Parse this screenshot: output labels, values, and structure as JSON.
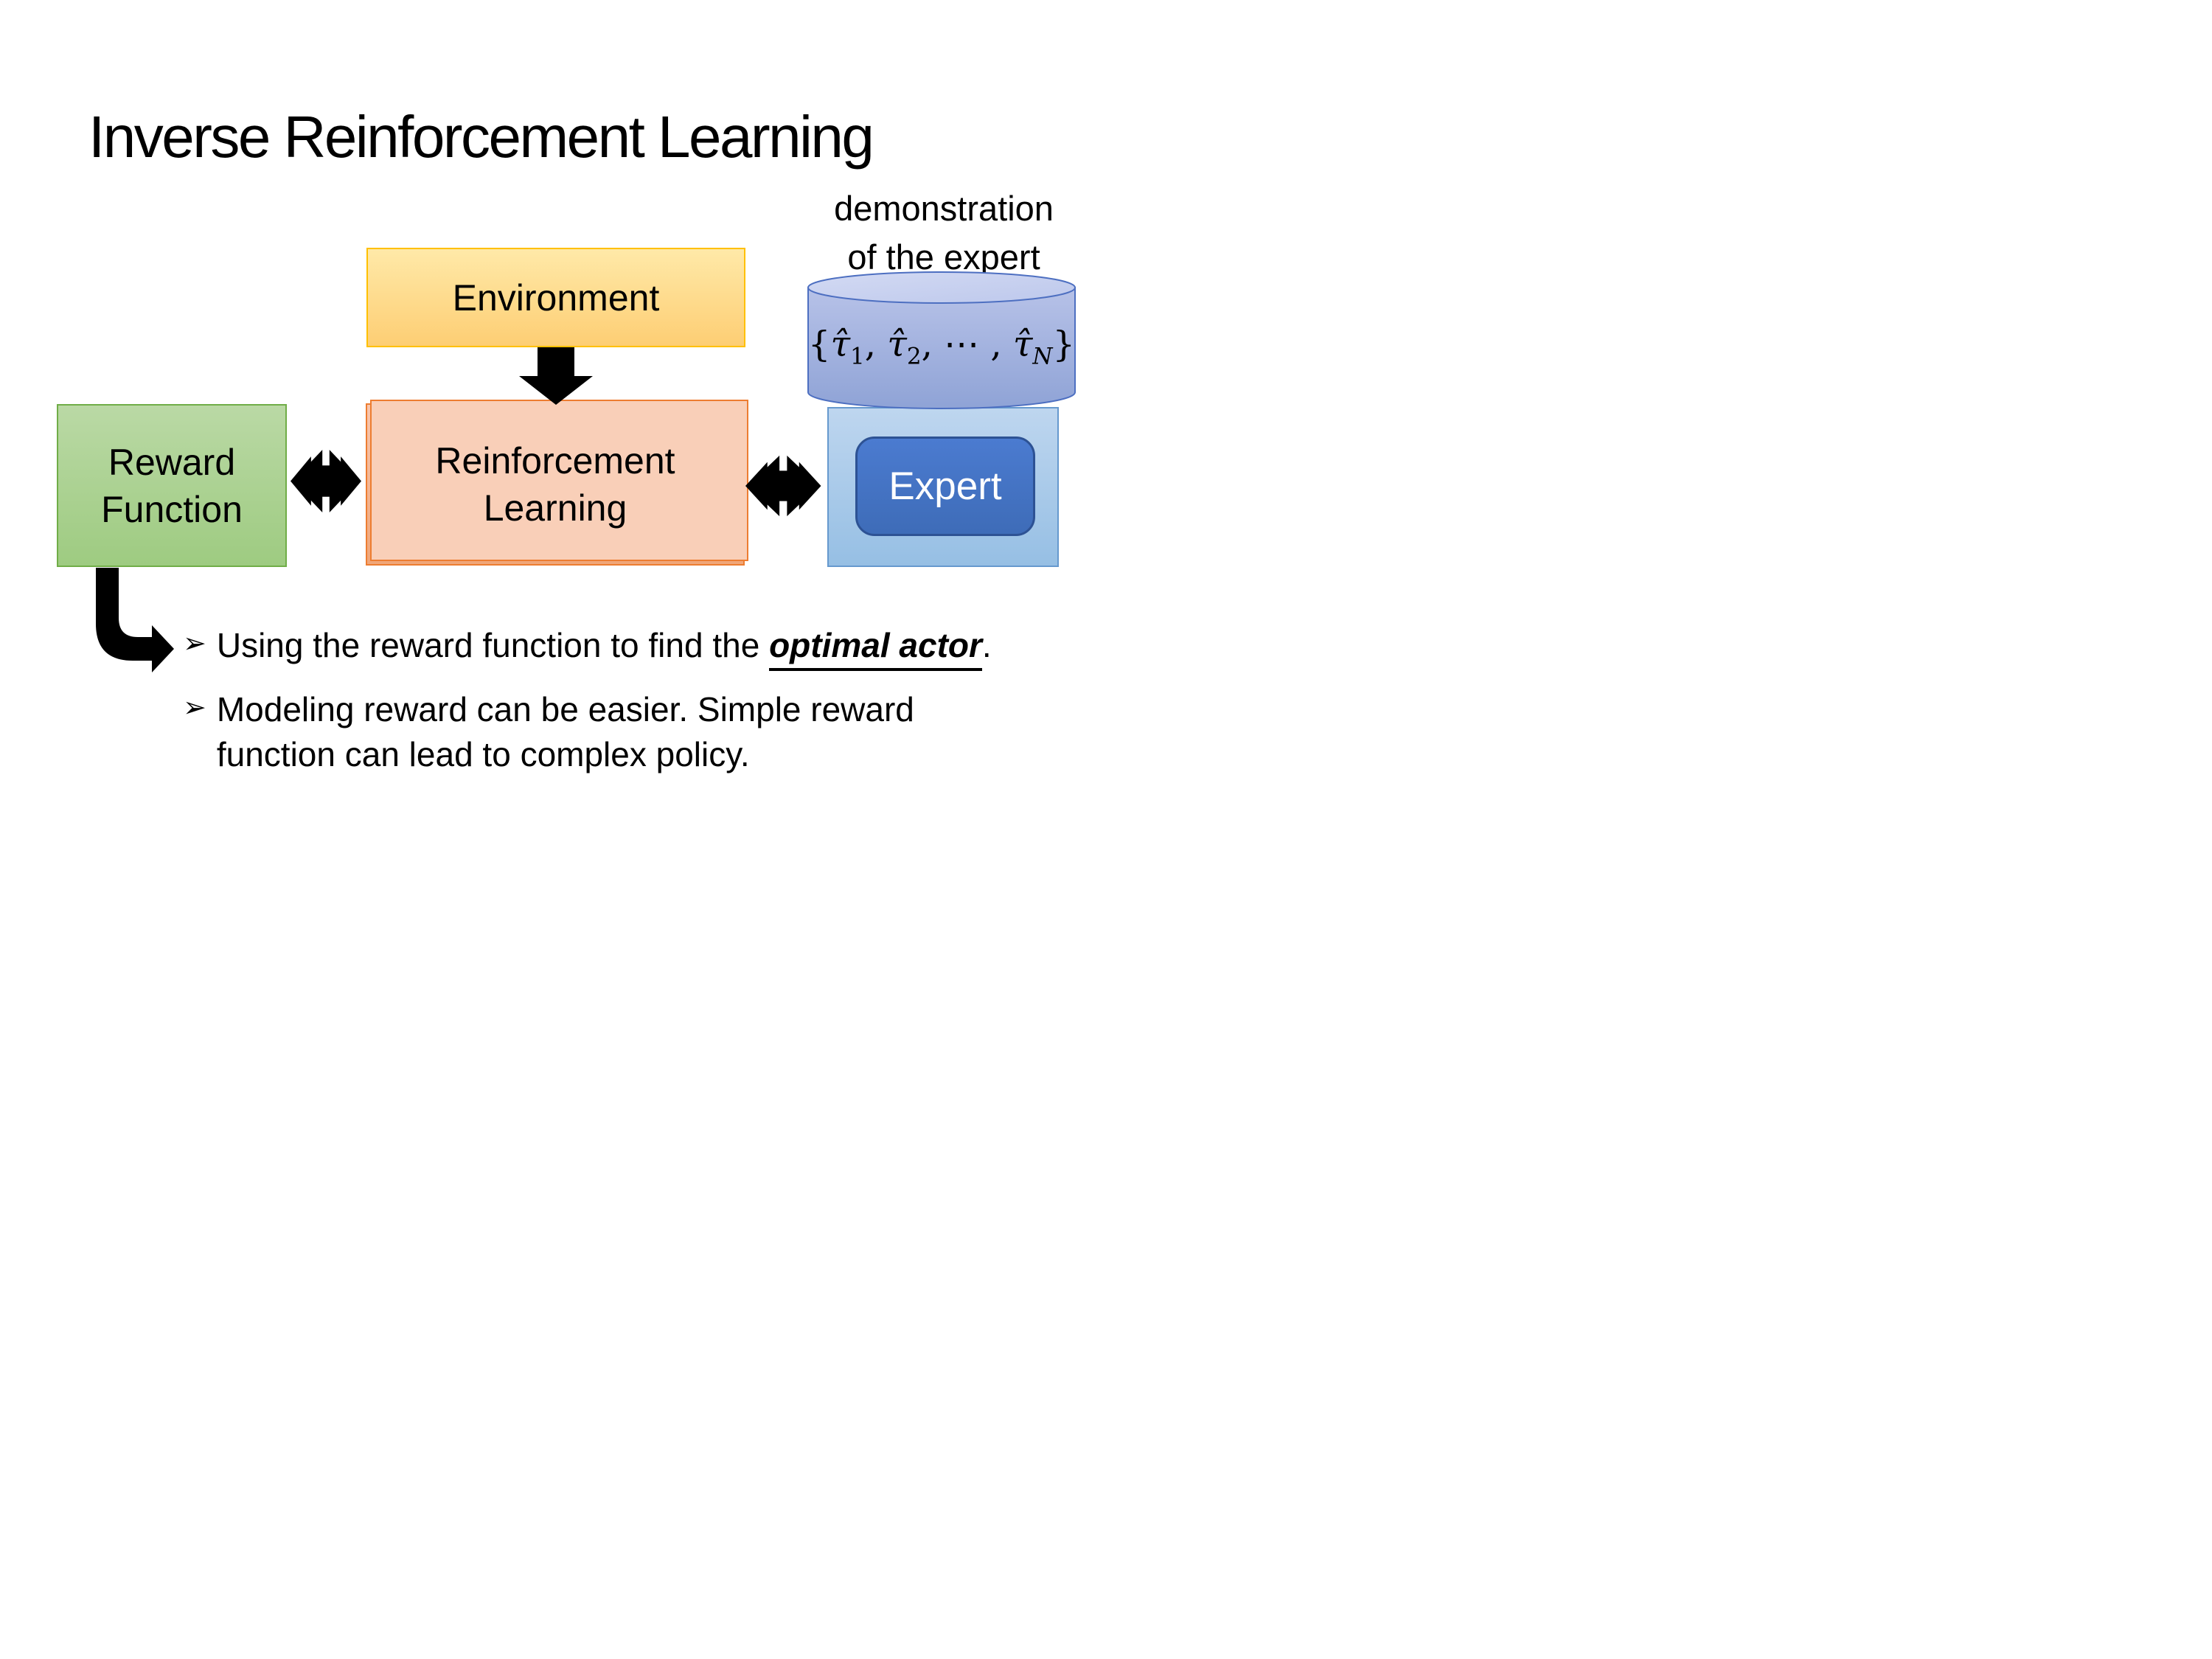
{
  "slide": {
    "title": "Inverse Reinforcement Learning",
    "demo_label": {
      "line1": "demonstration",
      "line2": "of the expert"
    },
    "boxes": {
      "environment_label": "Environment",
      "reward_line1": "Reward",
      "reward_line2": "Function",
      "rl_line1": "Reinforcement",
      "rl_line2": "Learning",
      "expert_label": "Expert"
    },
    "cylinder_math": {
      "open_brace": "{",
      "tau_hat": "τ̂",
      "sub1": "1",
      "sep1": ", ",
      "sub2": "2",
      "sep2": ", ",
      "dots": "⋯",
      "sep3": " , ",
      "subN": "N",
      "close_brace": "}"
    },
    "bullets": {
      "marker_glyph": "➢",
      "bullet1_pre": "Using the reward function to find the ",
      "bullet1_emphasis": "optimal actor",
      "bullet1_post": ".",
      "bullet2_line1": "Modeling reward can be easier. Simple reward",
      "bullet2_line2": "function can lead to complex policy."
    },
    "colors": {
      "background": "#FFFFFF",
      "text": "#000000",
      "environment_fill_top": "#FFE9A8",
      "environment_fill_bottom": "#FDCE74",
      "environment_border": "#FFC000",
      "reward_fill_top": "#BAD9A5",
      "reward_fill_bottom": "#9ECB81",
      "reward_border": "#70AD47",
      "rl_fill_top": "#F8C6AE",
      "rl_fill_bottom": "#F0A678",
      "rl_border": "#ED7D31",
      "expert_container_fill_top": "#BED6EF",
      "expert_container_fill_bottom": "#96BFE4",
      "expert_container_border": "#6699CE",
      "expert_button_fill": "#4472C4",
      "expert_button_border": "#2D5294",
      "expert_button_text": "#FFFFFF",
      "cylinder_top_fill": "#CBD4F0",
      "cylinder_body_top": "#B7C2E8",
      "cylinder_body_bottom": "#8FA3D6",
      "cylinder_border": "#4D6FC1",
      "arrow_black": "#000000"
    }
  }
}
